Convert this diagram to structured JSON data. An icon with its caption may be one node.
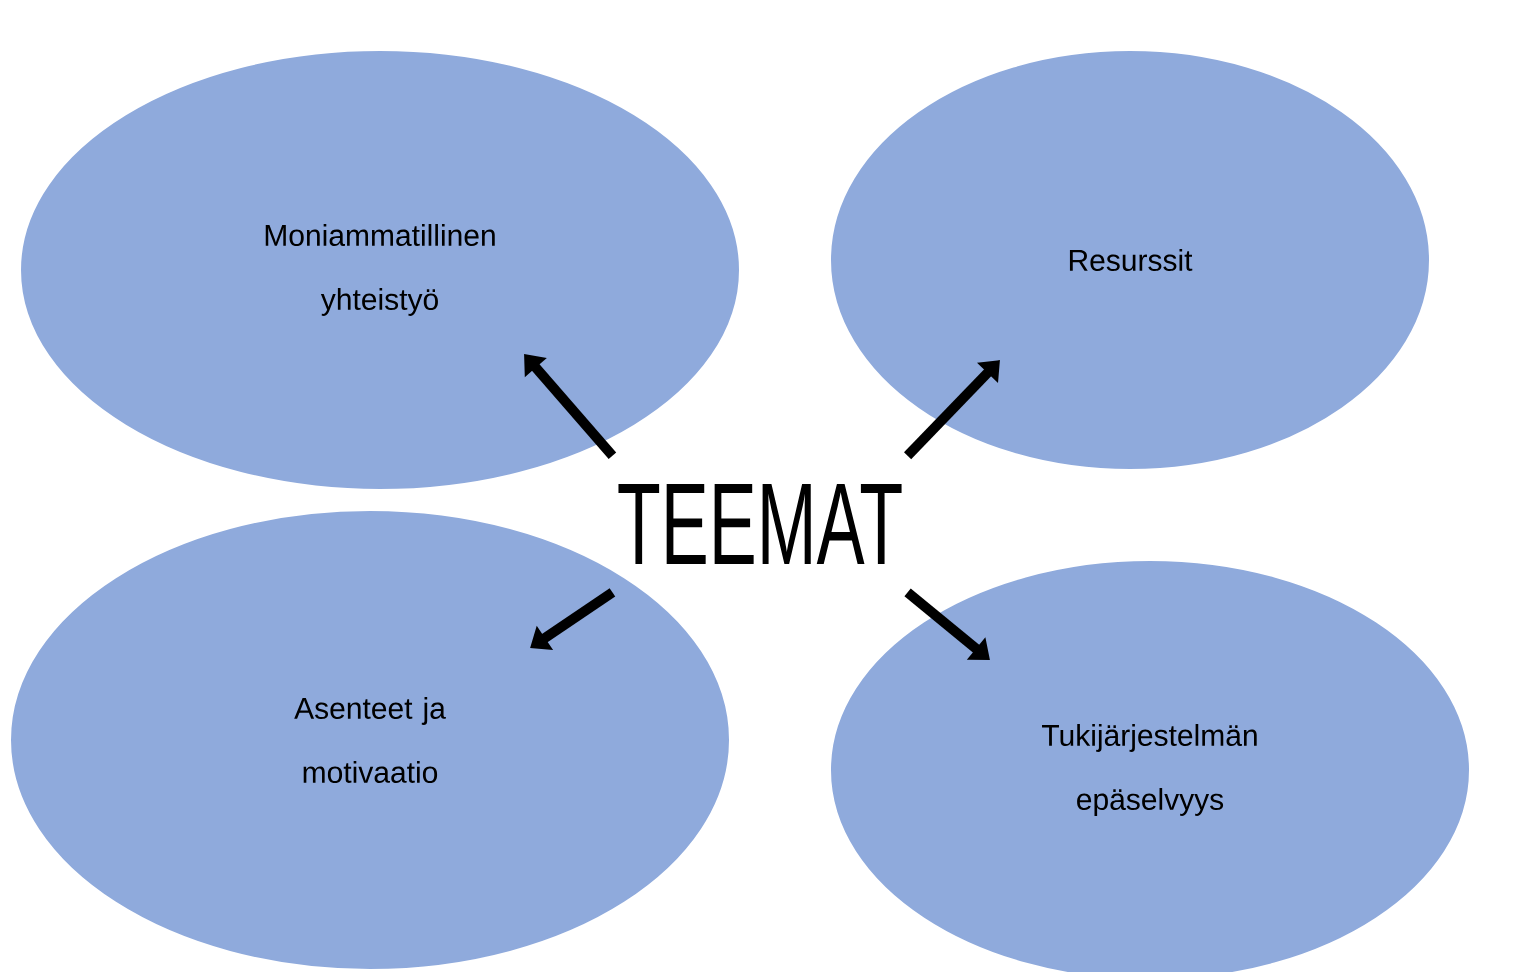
{
  "diagram": {
    "nodes": [
      {
        "text": [
          "Moniammatillinen yhteistyö"
        ]
      },
      {
        "text": [
          "Resurssit"
        ]
      },
      {
        "text": [
          "TEEMAT"
        ]
      },
      {
        "text": [
          "Asenteet ja motivaatio"
        ]
      },
      {
        "text": [
          "Tukijärjestelmän epäselvyys"
        ]
      }
    ],
    "edges": [
      {
        "from": 2,
        "to": 0,
        "arrow": "to"
      },
      {
        "from": 2,
        "to": 1,
        "arrow": "to"
      },
      {
        "from": 2,
        "to": 3,
        "arrow": "to"
      },
      {
        "from": 2,
        "to": 4,
        "arrow": "to"
      }
    ]
  }
}
